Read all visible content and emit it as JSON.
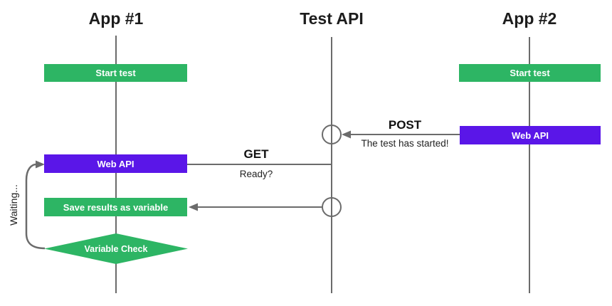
{
  "diagram": {
    "headers": [
      {
        "id": "app1",
        "label": "App #1"
      },
      {
        "id": "testapi",
        "label": "Test API"
      },
      {
        "id": "app2",
        "label": "App #2"
      }
    ],
    "boxes": {
      "app1_start": "Start test",
      "app1_webapi": "Web API",
      "app1_save": "Save results as variable",
      "app1_check": "Variable Check",
      "app2_start": "Start test",
      "app2_webapi": "Web API"
    },
    "messages": {
      "post": "POST",
      "post_note": "The test has started!",
      "get": "GET",
      "get_note": "Ready?"
    },
    "waiting": "Waiting...",
    "colors": {
      "green": "#2db564",
      "purple": "#5a16e8",
      "line": "#6b6b6b",
      "text": "#1d1d1d"
    }
  }
}
